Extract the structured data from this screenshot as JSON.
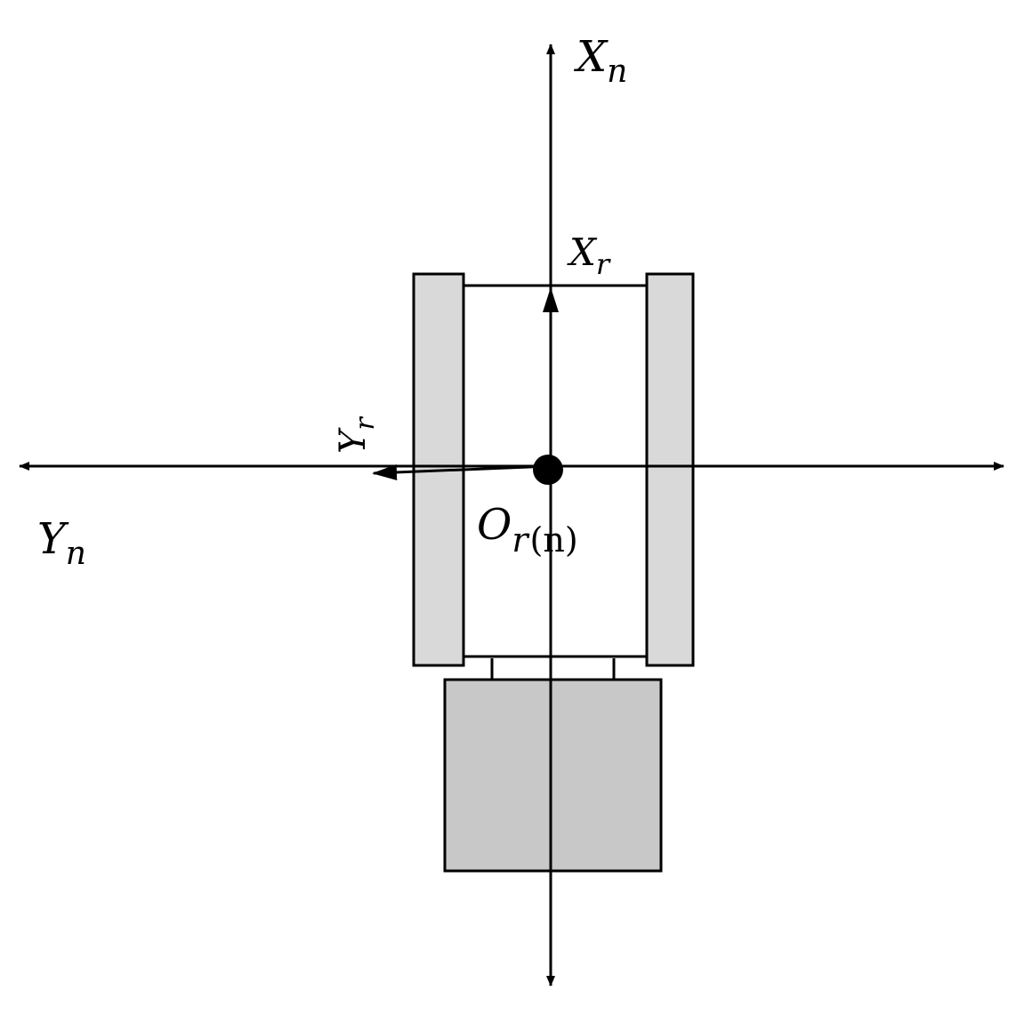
{
  "labels": {
    "x_n": {
      "main": "X",
      "sub": "n"
    },
    "y_n": {
      "main": "Y",
      "sub": "n"
    },
    "x_r": {
      "main": "X",
      "sub": "r"
    },
    "y_r": {
      "main": "Y",
      "sub": "r"
    },
    "origin": {
      "main": "O",
      "sub": "r",
      "paren": "(n)"
    }
  },
  "colors": {
    "line": "#000000",
    "wheel_fill": "#d9d9d9",
    "body_fill": "#ffffff",
    "trailer_fill": "#c8c8c8",
    "background": "#ffffff"
  }
}
